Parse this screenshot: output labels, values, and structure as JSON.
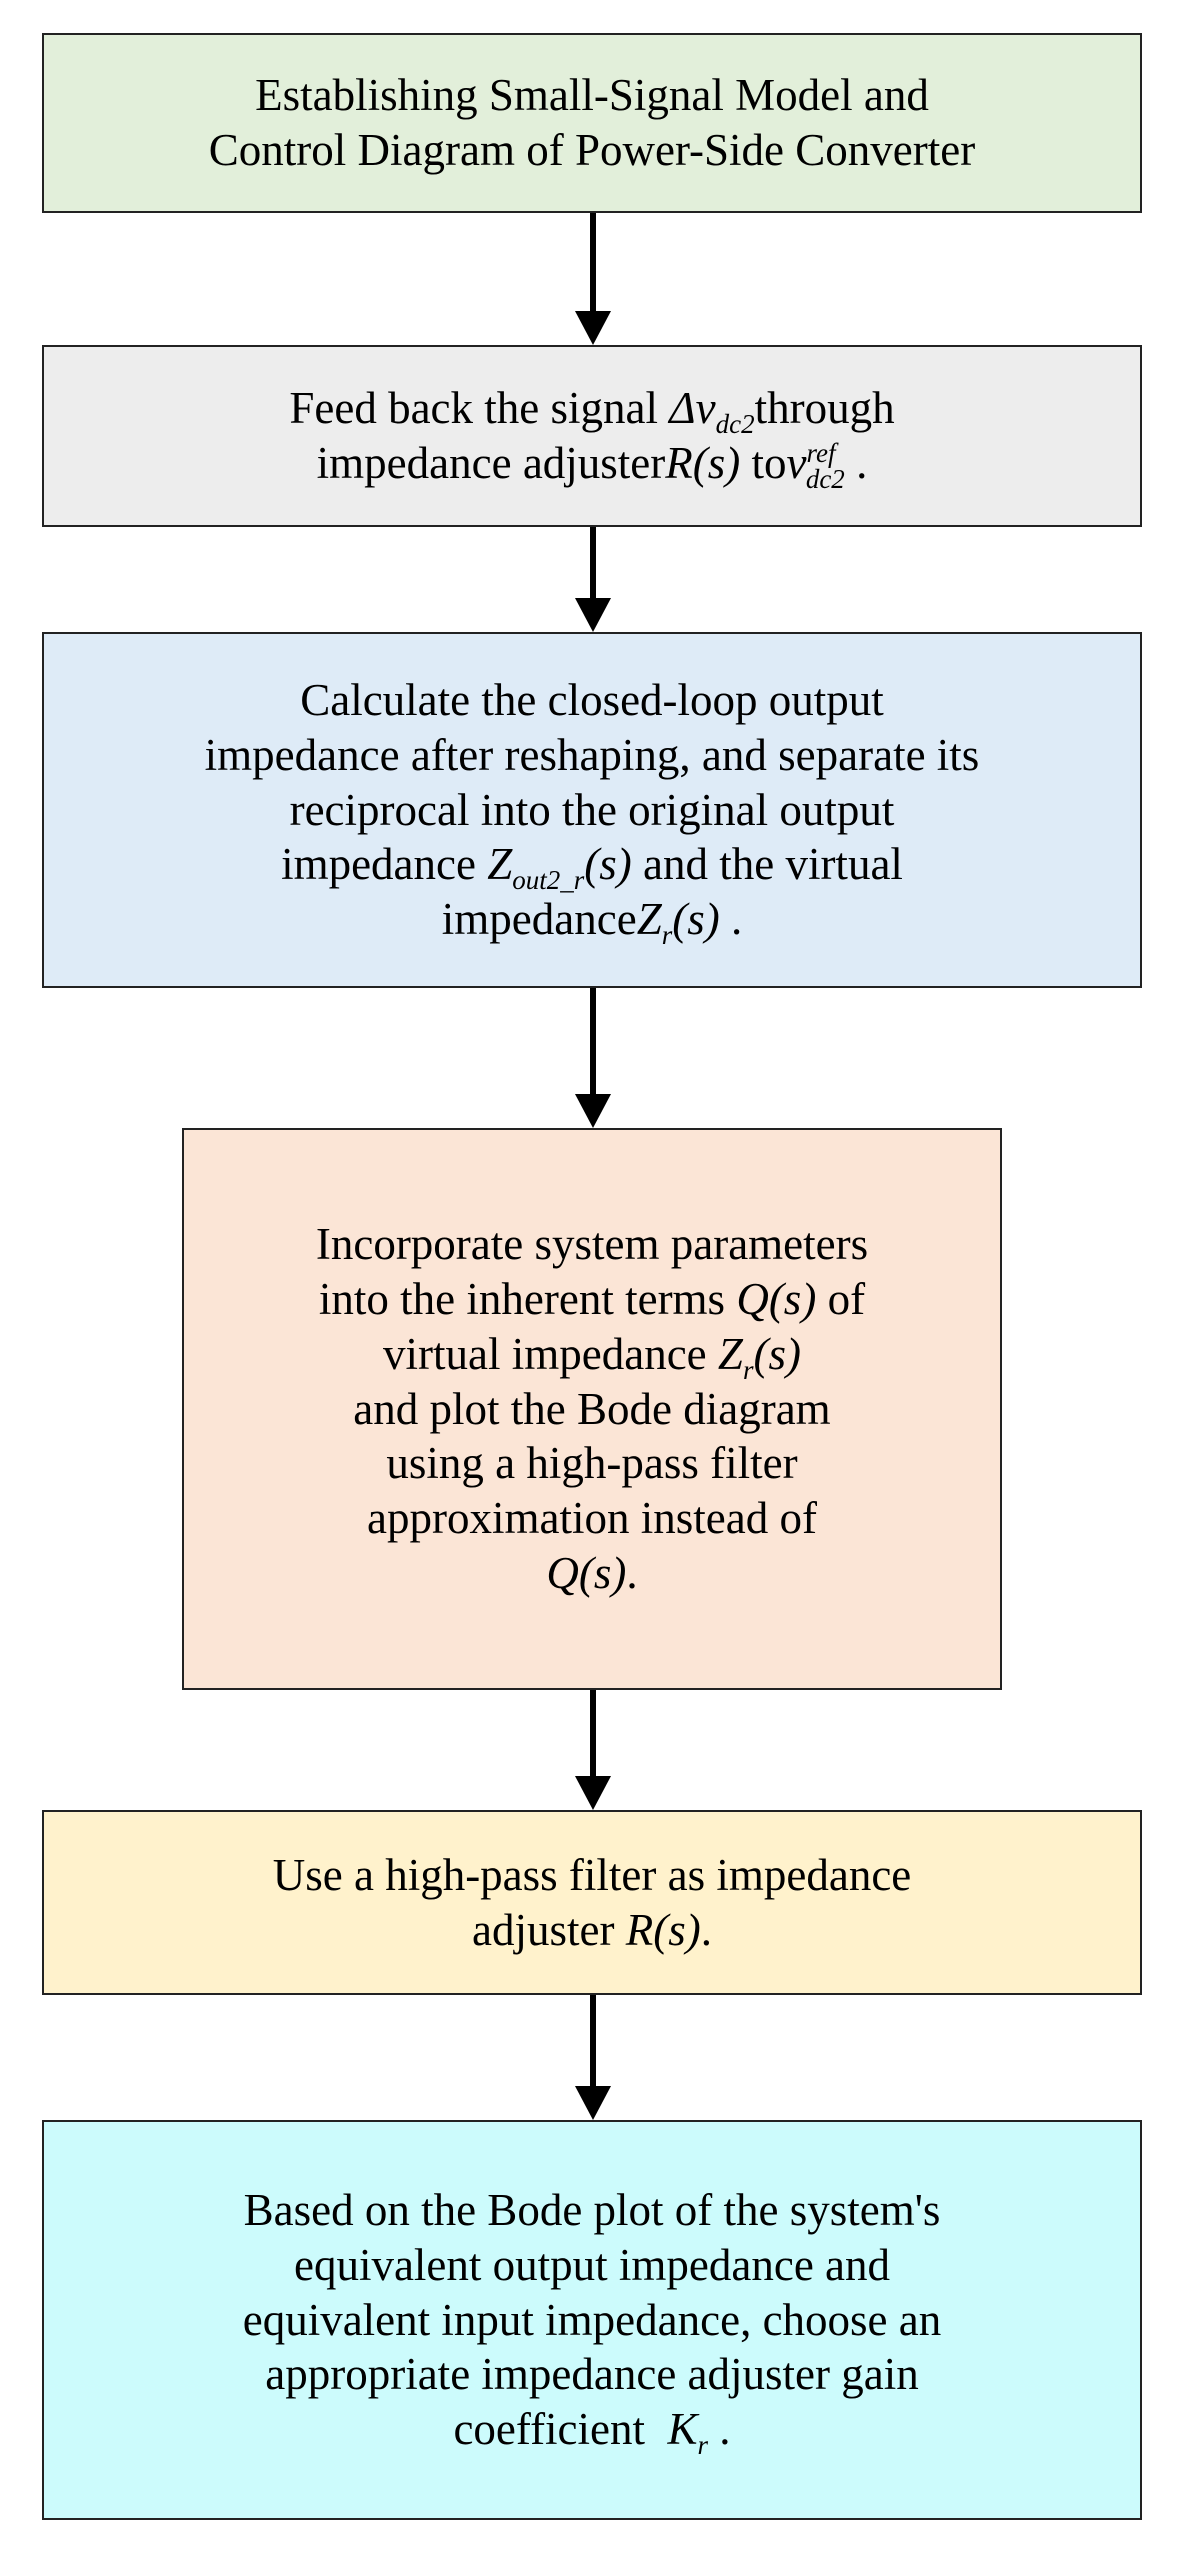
{
  "boxes": [
    {
      "lines": [
        "Establishing Small-Signal Model and",
        "Control Diagram of Power-Side Converter"
      ],
      "fill": "#e2efda"
    },
    {
      "lines": [
        "Feed back the signal",
        "through",
        "impedance adjuster",
        "to",
        "."
      ],
      "fill": "#ededed"
    },
    {
      "lines": [
        "Calculate the closed-loop output",
        "impedance after reshaping, and separate its",
        "reciprocal into the original output",
        "impedance",
        "and the virtual",
        "impedance",
        "."
      ],
      "fill": "#deebf7"
    },
    {
      "lines": [
        "Incorporate system parameters",
        "into the inherent terms",
        "of",
        "virtual impedance",
        "and plot the Bode diagram",
        "using a high-pass filter",
        "approximation instead of",
        "."
      ],
      "fill": "#fbe5d6"
    },
    {
      "lines": [
        "Use a high-pass filter as impedance",
        "adjuster",
        "."
      ],
      "fill": "#fff2cc"
    },
    {
      "lines": [
        "Based on the Bode plot of the system's",
        "equivalent output impedance and",
        "equivalent input impedance, choose an",
        "appropriate impedance adjuster gain",
        "coefficient",
        "."
      ],
      "fill": "#ccfbfc"
    }
  ],
  "math": {
    "delta_v": "Δv",
    "delta_v_sub": "dc2",
    "R": "R(s)",
    "v": "v",
    "v_sub": "dc2",
    "v_sup": "ref",
    "Z": "Z",
    "Z_out_sub": "out2_r",
    "Z_r_sub": "r",
    "Zs_suffix": "(s)",
    "Q": "Q(s)",
    "K": "K",
    "K_sub": "r"
  }
}
